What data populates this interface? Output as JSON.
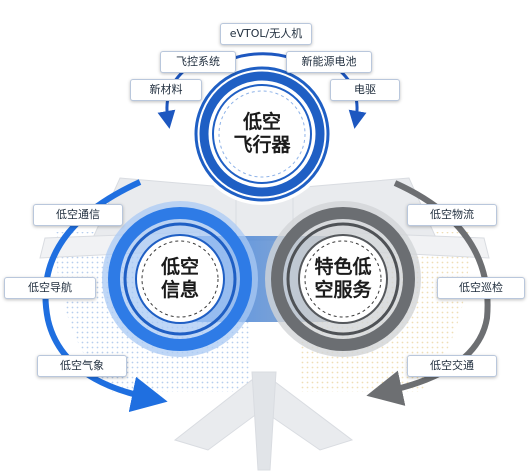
{
  "hubs": {
    "aircraft": {
      "line1": "低空",
      "line2": "飞行器",
      "color": "#1f5fc4"
    },
    "info": {
      "line1": "低空",
      "line2": "信息",
      "color": "#2e7be6"
    },
    "services": {
      "line1": "特色低",
      "line2": "空服务",
      "color": "#5f6368"
    }
  },
  "aircraft_tags": [
    "eVTOL/无人机",
    "飞控系统",
    "新能源电池",
    "新材料",
    "电驱"
  ],
  "info_tags": [
    "低空通信",
    "低空导航",
    "低空气象"
  ],
  "service_tags": [
    "低空物流",
    "低空巡检",
    "低空交通"
  ]
}
